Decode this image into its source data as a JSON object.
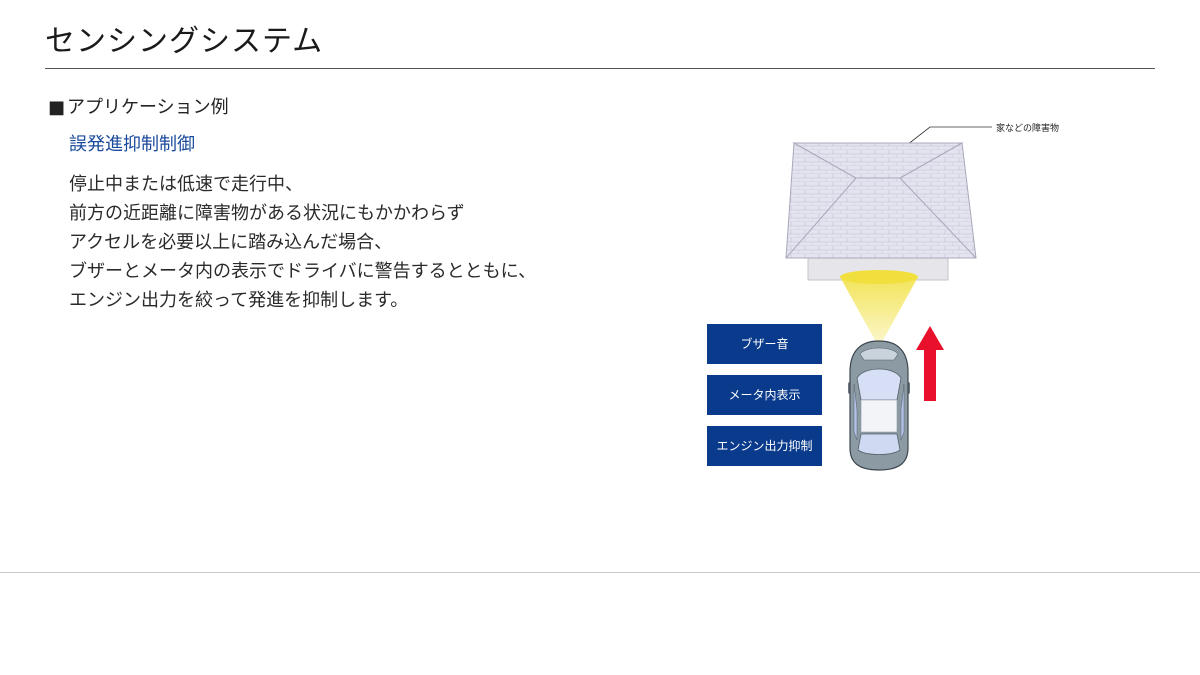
{
  "header": {
    "title": "センシングシステム"
  },
  "section": {
    "marker": "■",
    "heading": "アプリケーション例"
  },
  "subheading": "誤発進抑制制御",
  "body_lines": [
    "停止中または低速で走行中、",
    "前方の近距離に障害物がある状況にもかかわらず",
    "アクセルを必要以上に踏み込んだ場合、",
    "ブザーとメータ内の表示でドライバに警告するとともに、",
    "エンジン出力を絞って発進を抑制します。"
  ],
  "diagram": {
    "obstacle_label": "家などの障害物",
    "actions": [
      "ブザー音",
      "メータ内表示",
      "エンジン出力抑制"
    ]
  },
  "colors": {
    "accent_blue": "#0a3a8c",
    "subhead_blue": "#1a4a9c",
    "arrow_red": "#e8102a",
    "beam_yellow": "#f5e96a",
    "roof": "#e2e2ee",
    "car_body": "#8c9aa4"
  }
}
